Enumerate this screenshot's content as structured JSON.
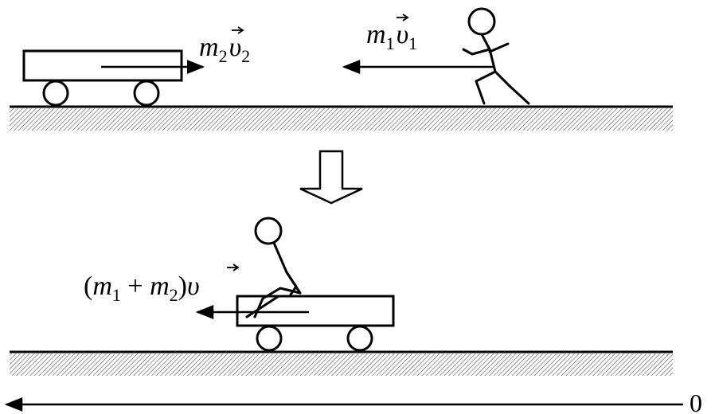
{
  "top_scene": {
    "cart_label": {
      "m": "m",
      "sub": "2",
      "v": "υ",
      "vsub": "2"
    },
    "runner_label": {
      "m": "m",
      "sub": "1",
      "v": "υ",
      "vsub": "1"
    }
  },
  "bottom_scene": {
    "combined_label": {
      "open": "(",
      "m1": "m",
      "m1_sub": "1",
      "plus": " + ",
      "m2": "m",
      "m2_sub": "2",
      "close": ")",
      "v": "υ"
    }
  },
  "axis": {
    "origin_label": "0"
  },
  "colors": {
    "ink": "#000000",
    "hatch": "#555555"
  }
}
